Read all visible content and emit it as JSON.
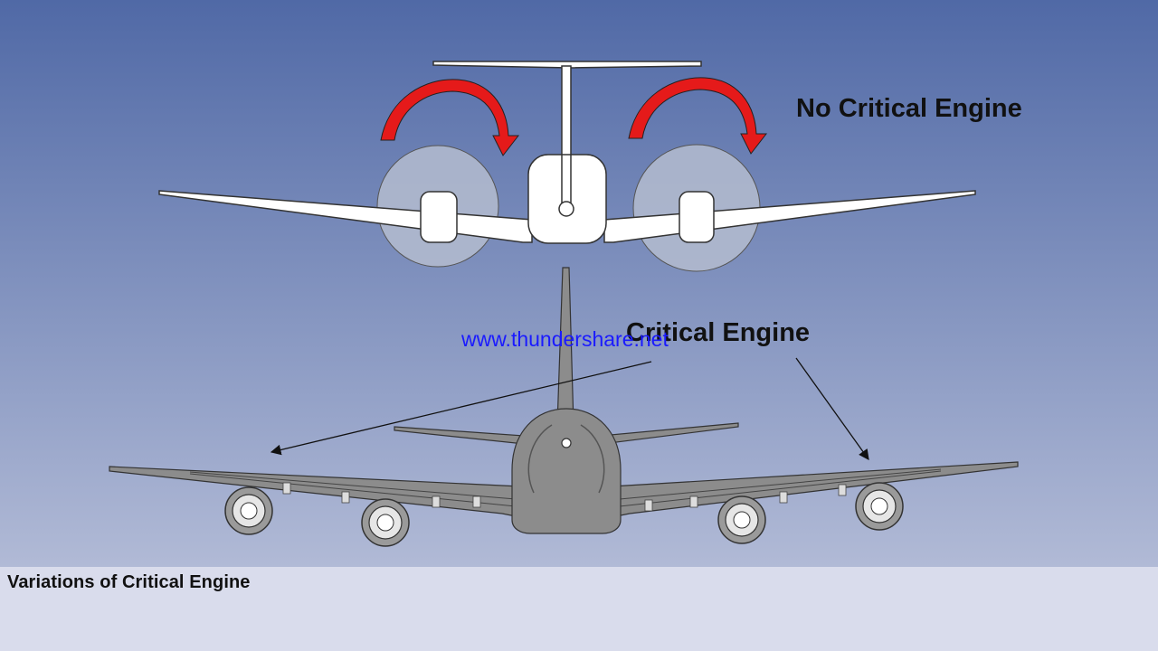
{
  "labels": {
    "no_critical_engine": "No Critical Engine",
    "critical_engine": "Critical Engine"
  },
  "watermark": "www.thundershare.net",
  "caption": "Variations of Critical Engine",
  "colors": {
    "background_top": "#5069a6",
    "background_bottom": "#b1bad6",
    "rotation_arrow": "#e51a1a",
    "aircraft_white": "#ffffff",
    "aircraft_grey": "#8c8c8c",
    "propeller_disc": "#b4bccf",
    "watermark": "#1a1aff",
    "caption_bar": "#d9dcec"
  },
  "icons": [
    "clockwise-rotation-arrow-icon",
    "twin-prop-aircraft-front-view",
    "four-engine-jet-front-view",
    "pointer-arrow-icon"
  ]
}
